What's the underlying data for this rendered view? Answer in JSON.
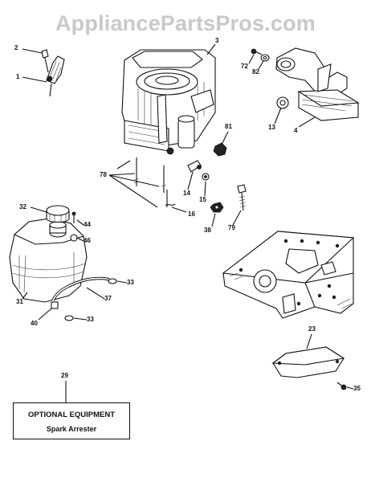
{
  "header": {
    "top_cut_text": "",
    "watermark": "AppliancePartsPros.com"
  },
  "callouts": [
    {
      "id": "c2",
      "label": "2"
    },
    {
      "id": "c1",
      "label": "1"
    },
    {
      "id": "c3",
      "label": "3"
    },
    {
      "id": "c72",
      "label": "72"
    },
    {
      "id": "c82",
      "label": "82"
    },
    {
      "id": "c13",
      "label": "13"
    },
    {
      "id": "c4",
      "label": "4"
    },
    {
      "id": "c81",
      "label": "81"
    },
    {
      "id": "c78",
      "label": "78"
    },
    {
      "id": "c14",
      "label": "14"
    },
    {
      "id": "c15",
      "label": "15"
    },
    {
      "id": "c16",
      "label": "16"
    },
    {
      "id": "c38",
      "label": "38"
    },
    {
      "id": "c79",
      "label": "79"
    },
    {
      "id": "c32",
      "label": "32"
    },
    {
      "id": "c44",
      "label": "44"
    },
    {
      "id": "c46",
      "label": "46"
    },
    {
      "id": "c33a",
      "label": "33"
    },
    {
      "id": "c31",
      "label": "31"
    },
    {
      "id": "c37",
      "label": "37"
    },
    {
      "id": "c40",
      "label": "40"
    },
    {
      "id": "c33b",
      "label": "33"
    },
    {
      "id": "c23",
      "label": "23"
    },
    {
      "id": "c35",
      "label": "35"
    },
    {
      "id": "c29",
      "label": "29"
    }
  ],
  "optional_box": {
    "title": "OPTIONAL EQUIPMENT",
    "subtitle": "Spark Arrester"
  }
}
